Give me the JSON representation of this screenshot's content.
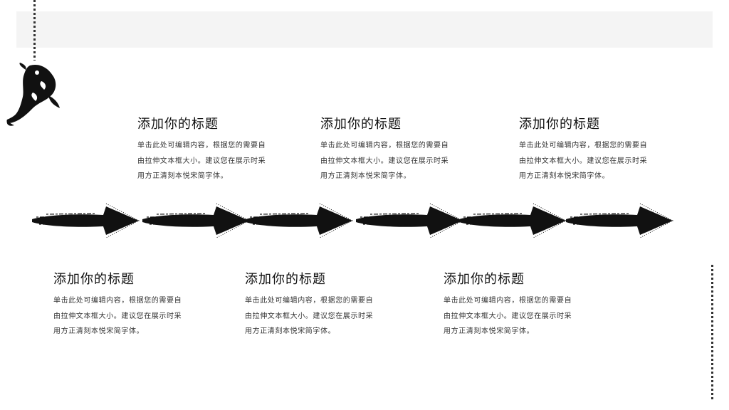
{
  "blocks": [
    {
      "title": "添加你的标题",
      "lines": [
        "单击此处可编辑内容，根据您的需要自",
        "由拉伸文本框大小。建议您在展示时采",
        "用方正清刻本悦宋简字体。"
      ]
    },
    {
      "title": "添加你的标题",
      "lines": [
        "单击此处可编辑内容，根据您的需要自",
        "由拉伸文本框大小。建议您在展示时采",
        "用方正清刻本悦宋简字体。"
      ]
    },
    {
      "title": "添加你的标题",
      "lines": [
        "单击此处可编辑内容，根据您的需要自",
        "由拉伸文本框大小。建议您在展示时采",
        "用方正清刻本悦宋简字体。"
      ]
    },
    {
      "title": "添加你的标题",
      "lines": [
        "单击此处可编辑内容，根据您的需要自",
        "由拉伸文本框大小。建议您在展示时采",
        "用方正清刻本悦宋简字体。"
      ]
    },
    {
      "title": "添加你的标题",
      "lines": [
        "单击此处可编辑内容，根据您的需要自",
        "由拉伸文本框大小。建议您在展示时采",
        "用方正清刻本悦宋简字体。"
      ]
    },
    {
      "title": "添加你的标题",
      "lines": [
        "单击此处可编辑内容，根据您的需要自",
        "由拉伸文本框大小。建议您在展示时采",
        "用方正清刻本悦宋简字体。"
      ]
    }
  ],
  "icons": {
    "decoration": "koi-fish-icon",
    "arrow": "brush-arrow-icon"
  }
}
